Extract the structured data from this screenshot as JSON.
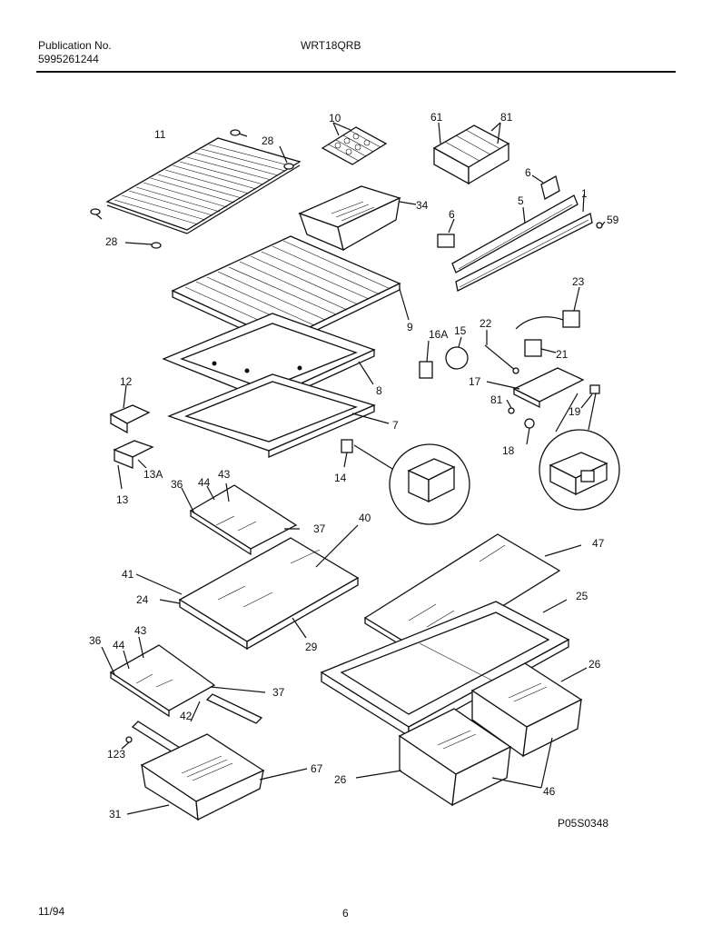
{
  "header": {
    "publication_label": "Publication No.",
    "publication_number": "5995261244",
    "model": "WRT18QRB"
  },
  "footer": {
    "date": "11/94",
    "page_number": "6",
    "diagram_code": "P05S0348"
  },
  "callouts": {
    "c1": "1",
    "c5": "5",
    "c6a": "6",
    "c6b": "6",
    "c7": "7",
    "c8": "8",
    "c9": "9",
    "c10": "10",
    "c11": "11",
    "c12": "12",
    "c13": "13",
    "c13a": "13A",
    "c14": "14",
    "c15": "15",
    "c16a": "16A",
    "c17": "17",
    "c18": "18",
    "c19": "19",
    "c21": "21",
    "c22": "22",
    "c23": "23",
    "c24": "24",
    "c25": "25",
    "c26a": "26",
    "c26b": "26",
    "c28a": "28",
    "c28b": "28",
    "c29": "29",
    "c31": "31",
    "c34": "34",
    "c36a": "36",
    "c36b": "36",
    "c37a": "37",
    "c37b": "37",
    "c40": "40",
    "c41": "41",
    "c42": "42",
    "c43a": "43",
    "c43b": "43",
    "c44a": "44",
    "c44b": "44",
    "c46": "46",
    "c47": "47",
    "c59": "59",
    "c61": "61",
    "c67": "67",
    "c81a": "81",
    "c81b": "81",
    "c123": "123"
  }
}
